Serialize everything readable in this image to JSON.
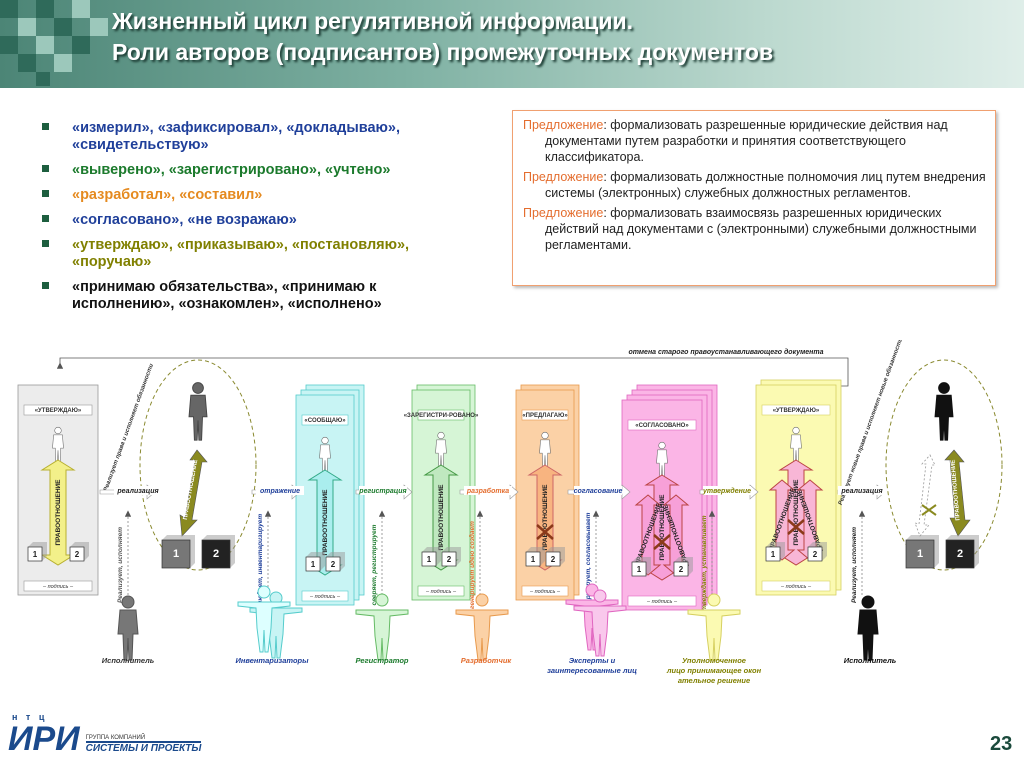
{
  "header": {
    "title_line1": "Жизненный цикл регулятивной информации.",
    "title_line2": "Роли авторов (подписантов) промежуточных документов"
  },
  "bullets": [
    {
      "text": "«измерил», «зафиксировал», «докладываю», «свидетельствую»",
      "color": "#1f3f9a"
    },
    {
      "text": "«выверено», «зарегистрировано», «учтено»",
      "color": "#1b7a2c"
    },
    {
      "text": "«разработал», «составил»",
      "color": "#e58a1f"
    },
    {
      "text": "«согласовано», «не возражаю»",
      "color": "#1f3f9a"
    },
    {
      "text": "«утверждаю», «приказываю», «постановляю», «поручаю»",
      "color": "#808000"
    },
    {
      "text": "«принимаю обязательства», «принимаю к исполнению», «ознакомлен», «исполнено»",
      "color": "#111111"
    }
  ],
  "proposals": [
    {
      "label": "Предложение",
      "text": "формализовать разрешенные юридические действия над документами путем разработки и принятия соответствующего классификатора."
    },
    {
      "label": "Предложение",
      "text": "формализовать должностные полномочия лиц путем внедрения системы (электронных) служебных должностных регламентов."
    },
    {
      "label": "Предложение",
      "text": "формализовать взаимосвязь разрешенных юридических действий над документами с (электронными) служебными должностными регламентами."
    }
  ],
  "diagram": {
    "cancel_label": "отмена старого правоустанавливающего документа",
    "doc_headers": [
      "«УТВЕРЖДАЮ»",
      "«СООБЩАЮ»",
      "«ЗАРЕГИСТРИ-РОВАНО»",
      "«ПРЕДЛАГАЮ»",
      "«СОГЛАСОВАНО»",
      "«УТВЕРЖДАЮ»"
    ],
    "relation_label": "ПРАВООТНОШЕНИЕ",
    "signature_label": "– подпись –",
    "box_labels": [
      "1",
      "2"
    ],
    "flow_labels": [
      "реализация",
      "отражение",
      "регистрация",
      "разработка",
      "согласование",
      "утверждение",
      "реализация"
    ],
    "side_labels_top": [
      "Реализует права и исполняет обязанности",
      "Реализует новые права и исполняет новые обязанности"
    ],
    "vertical_labels": [
      "Реализует, исполняет",
      "наблюдает, инвентаризирует",
      "сверяет, регистрирует",
      "генерирует идею создает",
      "экспертирует, согласовывает",
      "утверждает, устанавливает",
      "Реализует, исполняет"
    ],
    "roles": [
      "Исполнитель",
      "Инвентаризаторы",
      "Регистратор",
      "Разработчик",
      "Эксперты и заинтересованные лица",
      "Уполномоченное лицо принимающее окончательное решение",
      "Исполнитель"
    ]
  },
  "footer": {
    "ntc": "н т ц",
    "logo": "ИРИ",
    "group": "ГРУППА КОМПАНИЙ",
    "brand": "СИСТЕМЫ И ПРОЕКТЫ",
    "page_number": "23"
  }
}
